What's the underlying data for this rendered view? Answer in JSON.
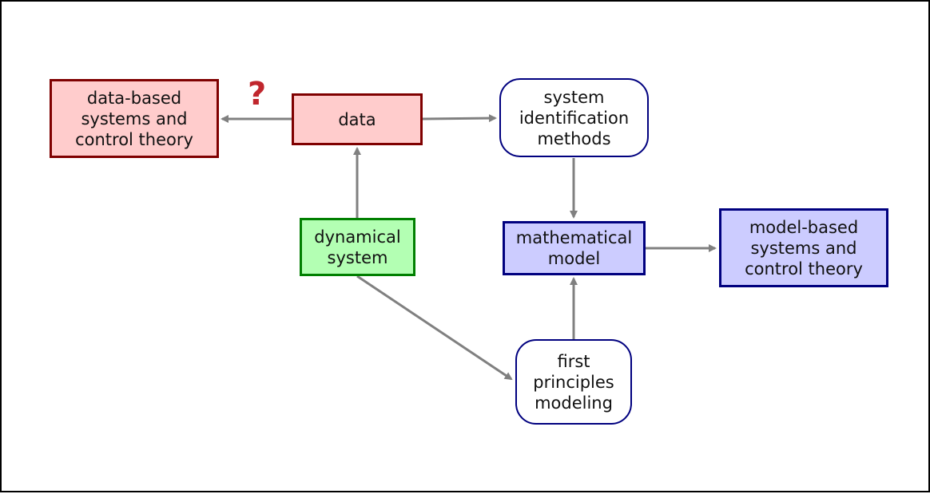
{
  "nodes": {
    "data_based": {
      "label": "data-based systems and control theory"
    },
    "data": {
      "label": "data"
    },
    "sysid": {
      "label": "system identification methods"
    },
    "dynsys": {
      "label": "dynamical system"
    },
    "mathmodel": {
      "label": "mathematical model"
    },
    "model_based": {
      "label": "model-based systems and control theory"
    },
    "firstprinciples": {
      "label": "first principles modeling"
    }
  },
  "question_mark": "?",
  "colors": {
    "red_fill": "#ffcccc",
    "red_border": "#7f0000",
    "blue_fill": "#ccccff",
    "blue_border": "#00007f",
    "green_fill": "#b3ffb3",
    "green_border": "#007f00",
    "arrow": "#808080",
    "question": "#c0262d"
  }
}
